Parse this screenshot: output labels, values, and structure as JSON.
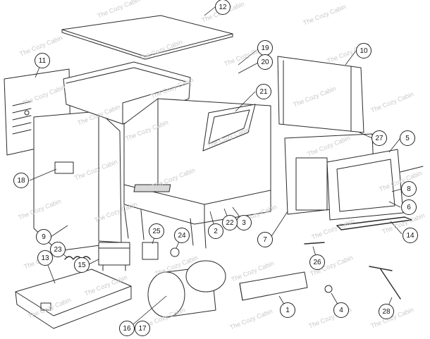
{
  "watermark": "The Cozy Cabin",
  "callouts": [
    "1",
    "2",
    "3",
    "4",
    "5",
    "6",
    "7",
    "8",
    "9",
    "10",
    "11",
    "12",
    "13",
    "14",
    "15",
    "16",
    "17",
    "18",
    "19",
    "20",
    "21",
    "22",
    "23",
    "24",
    "25",
    "26",
    "27",
    "28"
  ]
}
